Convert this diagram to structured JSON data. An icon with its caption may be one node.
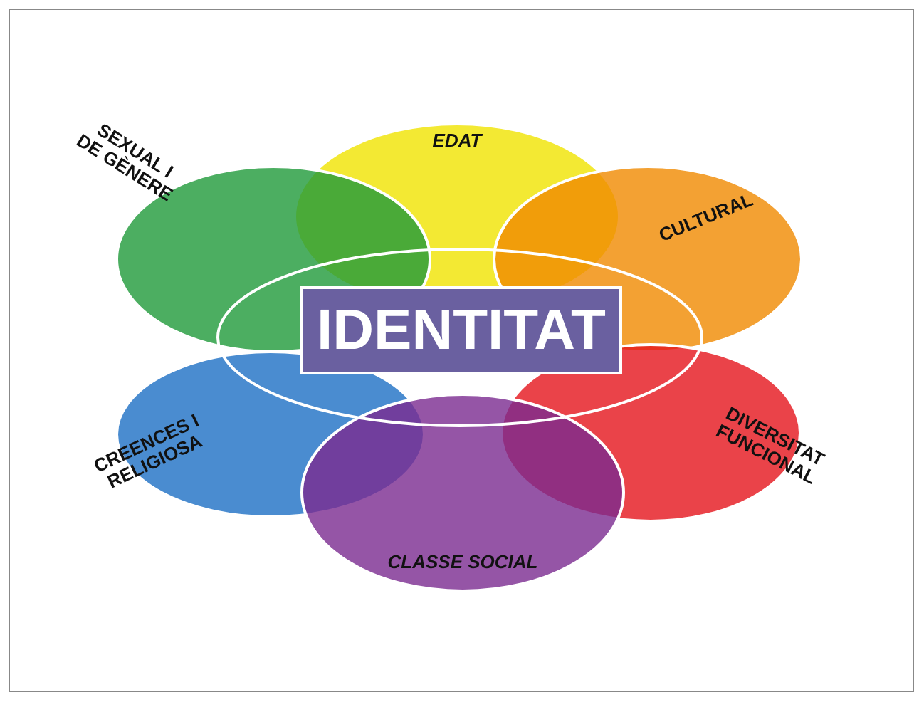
{
  "diagram": {
    "nodes": [
      {
        "text": [
          "EDAT"
        ]
      },
      {
        "text": [
          "SEXUAL I DE GÈNERE"
        ]
      },
      {
        "text": [
          "CULTURAL"
        ]
      },
      {
        "text": [
          "IDENTITAT"
        ]
      },
      {
        "text": [
          "CREENCES I RELIGIOSA"
        ]
      },
      {
        "text": [
          "DIVERSITAT FUNCIONAL"
        ]
      },
      {
        "text": [
          "CLASSE SOCIAL"
        ]
      }
    ],
    "edges": []
  }
}
